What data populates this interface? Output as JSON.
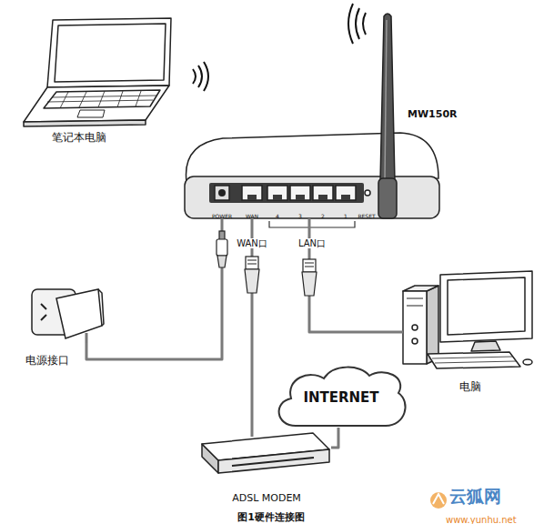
{
  "diagram": {
    "caption": "图1硬件连接图",
    "nodes": [
      {
        "text": [
          "笔记本电脑"
        ]
      },
      {
        "text": [
          "MW150R"
        ]
      },
      {
        "text": [
          "电源接口"
        ]
      },
      {
        "text": [
          "电脑"
        ]
      },
      {
        "text": [
          "INTERNET"
        ]
      },
      {
        "text": [
          "ADSL MODEM"
        ]
      }
    ],
    "edges": [
      {
        "from": 1,
        "to": 2,
        "arrow": "none"
      },
      {
        "from": 1,
        "to": 5,
        "arrow": "none"
      },
      {
        "from": 1,
        "to": 3,
        "arrow": "none"
      },
      {
        "from": 5,
        "to": 4,
        "arrow": "none"
      }
    ],
    "labels": [
      "POWER",
      "WAN",
      "4",
      "3",
      "2",
      "1",
      "RESET",
      "WAN口",
      "LAN口",
      "云狐网",
      "www.yunhu.net"
    ]
  }
}
